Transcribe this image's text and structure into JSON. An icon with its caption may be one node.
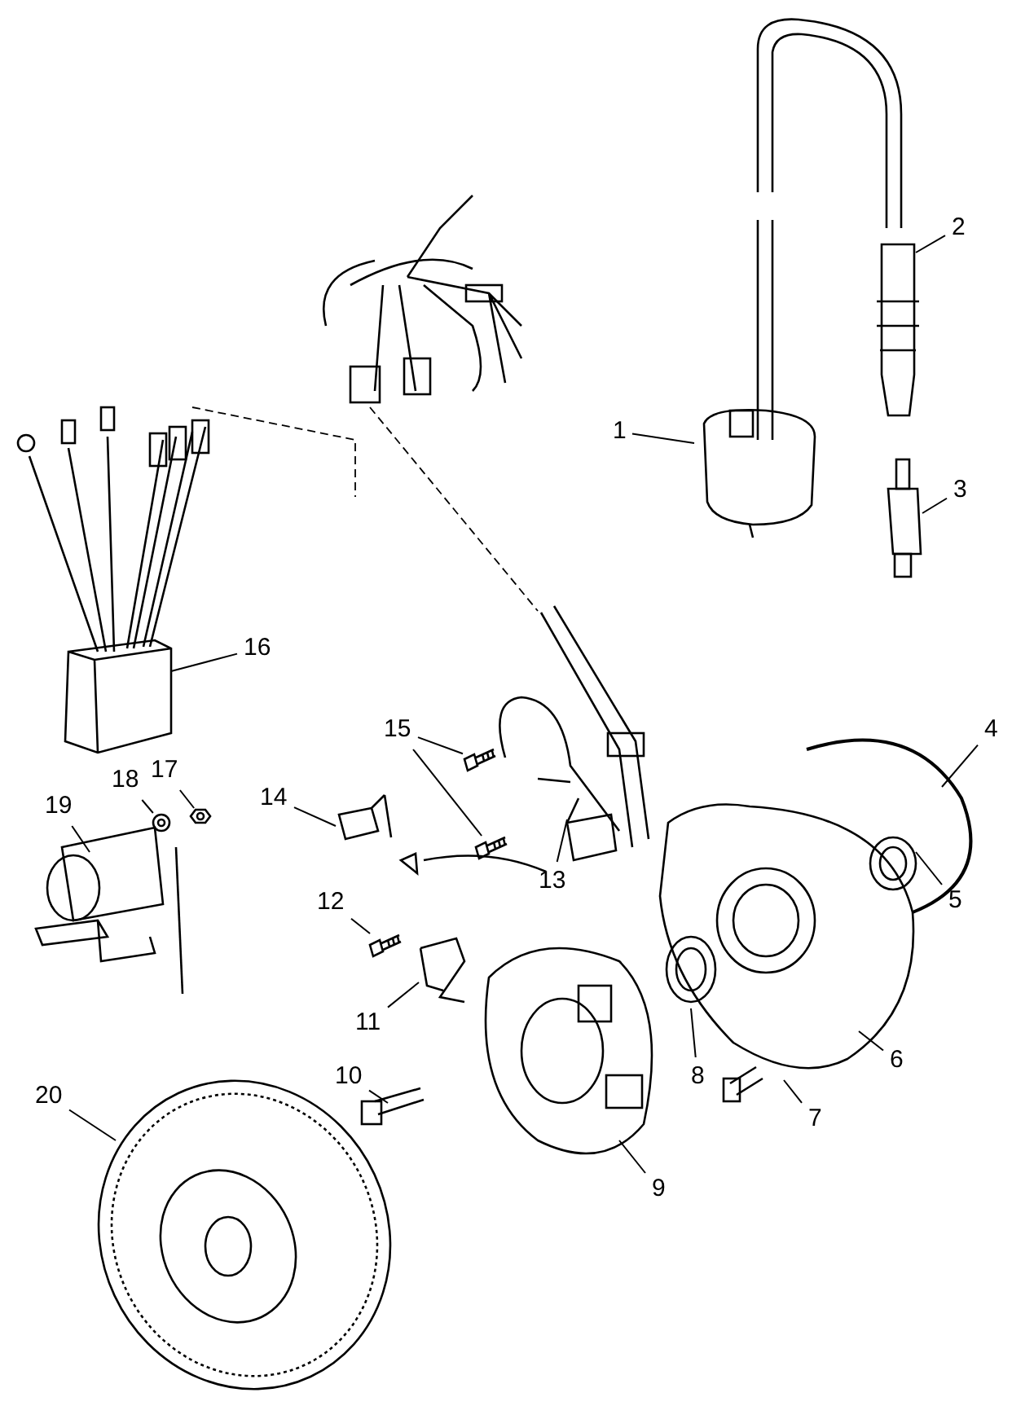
{
  "diagram": {
    "nodes": [
      {
        "text": [
          "1"
        ]
      },
      {
        "text": [
          "2"
        ]
      },
      {
        "text": [
          "3"
        ]
      },
      {
        "text": [
          "4"
        ]
      },
      {
        "text": [
          "5"
        ]
      },
      {
        "text": [
          "6"
        ]
      },
      {
        "text": [
          "7"
        ]
      },
      {
        "text": [
          "8"
        ]
      },
      {
        "text": [
          "9"
        ]
      },
      {
        "text": [
          "10"
        ]
      },
      {
        "text": [
          "11"
        ]
      },
      {
        "text": [
          "12"
        ]
      },
      {
        "text": [
          "13"
        ]
      },
      {
        "text": [
          "14"
        ]
      },
      {
        "text": [
          "15"
        ]
      },
      {
        "text": [
          "16"
        ]
      },
      {
        "text": [
          "17"
        ]
      },
      {
        "text": [
          "18"
        ]
      },
      {
        "text": [
          "19"
        ]
      },
      {
        "text": [
          "20"
        ]
      },
      {
        "text": [],
        "shape": "picture"
      },
      {
        "text": [],
        "shape": "picture"
      },
      {
        "text": [],
        "shape": "picture"
      },
      {
        "text": [],
        "shape": "picture"
      },
      {
        "text": [],
        "shape": "picture"
      }
    ],
    "edges": [
      {
        "from": 0,
        "to": null,
        "arrow": "none"
      },
      {
        "from": 1,
        "to": null,
        "arrow": "none"
      },
      {
        "from": 2,
        "to": null,
        "arrow": "none"
      },
      {
        "from": 3,
        "to": null,
        "arrow": "none"
      },
      {
        "from": 4,
        "to": null,
        "arrow": "none"
      },
      {
        "from": 5,
        "to": null,
        "arrow": "none"
      },
      {
        "from": 6,
        "to": null,
        "arrow": "none"
      },
      {
        "from": 7,
        "to": null,
        "arrow": "none"
      },
      {
        "from": 8,
        "to": null,
        "arrow": "none"
      },
      {
        "from": 9,
        "to": null,
        "arrow": "none"
      },
      {
        "from": 10,
        "to": null,
        "arrow": "none"
      },
      {
        "from": 11,
        "to": 20,
        "arrow": "none"
      },
      {
        "from": 12,
        "to": null,
        "arrow": "none"
      },
      {
        "from": 13,
        "to": null,
        "arrow": "none"
      },
      {
        "from": 14,
        "to": 21,
        "arrow": "none"
      },
      {
        "from": 14,
        "to": 22,
        "arrow": "none"
      },
      {
        "from": 15,
        "to": null,
        "arrow": "none"
      },
      {
        "from": 16,
        "to": 23,
        "arrow": "none"
      },
      {
        "from": 17,
        "to": 24,
        "arrow": "none"
      },
      {
        "from": 18,
        "to": null,
        "arrow": "none"
      },
      {
        "from": 19,
        "to": null,
        "arrow": "none"
      }
    ]
  }
}
